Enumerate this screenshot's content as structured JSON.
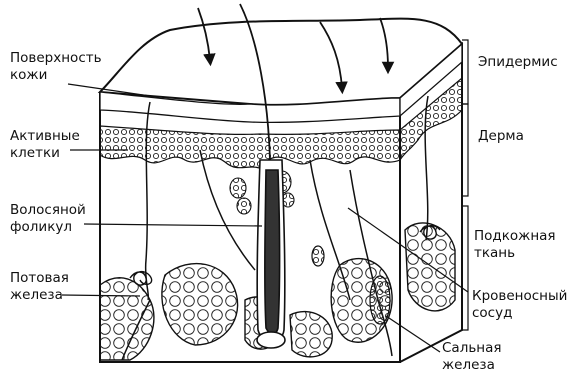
{
  "labels": {
    "skin_surface": [
      "Поверхность",
      "кожи"
    ],
    "active_cells": [
      "Активные",
      "клетки"
    ],
    "hair_follicle": [
      "Волосяной",
      "фоликул"
    ],
    "sweat_gland": [
      "Потовая",
      "железа"
    ],
    "epidermis": "Эпидермис",
    "dermis": "Дерма",
    "subcutaneous": [
      "Подкожная",
      "ткань"
    ],
    "blood_vessel": [
      "Кровеносный",
      "сосуд"
    ],
    "sebaceous_gland": [
      "Сальная",
      "железа"
    ]
  }
}
